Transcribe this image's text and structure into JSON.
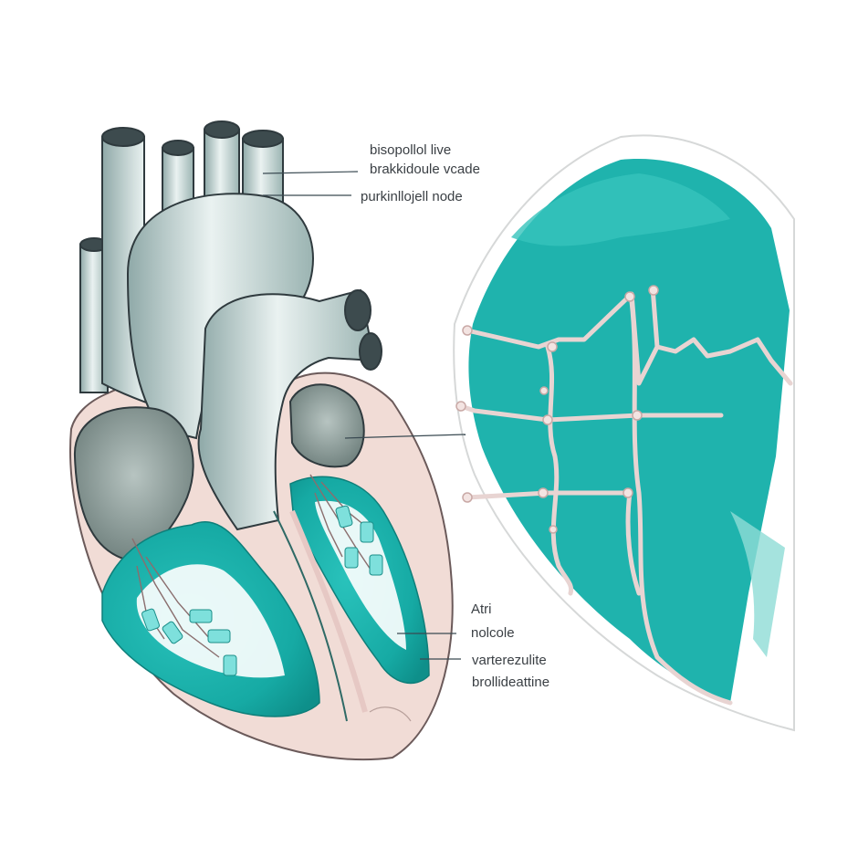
{
  "labels": {
    "top_1": "bisopollol live",
    "top_2": "brakkidoule vcade",
    "top_3": "purkinllojell node",
    "mid_1": "Atri",
    "mid_2": "nolcole",
    "low_1": "varterezulite",
    "low_2": "brollideattine"
  },
  "colors": {
    "vessel": "#cfe0de",
    "vessel_shadow": "#8fa9a8",
    "outline": "#2f3a3e",
    "teal": "#1fb5b0",
    "teal_dark": "#13958f",
    "teal_light": "#8fdcd6",
    "myocardium": "#f1dcd6",
    "fiber": "#e6c8c4",
    "atrium": "#9aaaa6"
  }
}
